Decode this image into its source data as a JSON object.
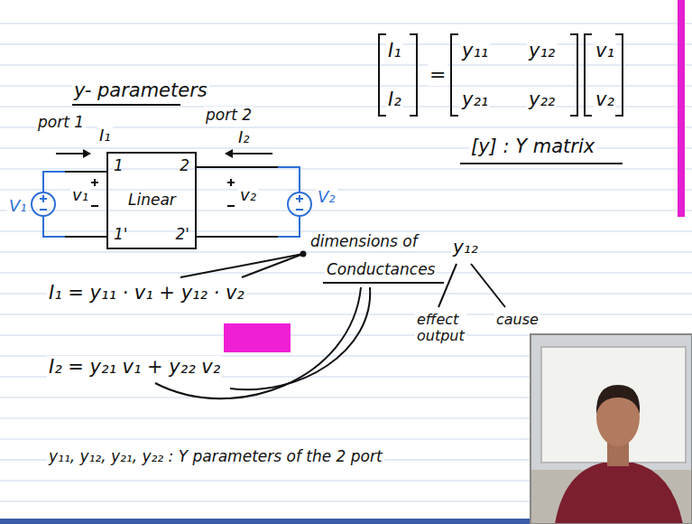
{
  "diagram": {
    "title": "y- parameters",
    "nodes": [
      {
        "text": [
          "1",
          "2",
          "Linear",
          "1'",
          "2'"
        ]
      }
    ],
    "labels": [
      "I₁",
      "I₂",
      "=",
      "y₁₁",
      "y₁₂",
      "y₂₁",
      "y₂₂",
      "v₁",
      "v₂",
      "[y] : Y matrix",
      "port 1",
      "I₁",
      "port 2",
      "I₂",
      "v₁",
      "v₂",
      "V₁",
      "V₂",
      "dimensions of",
      "Conductances",
      "y₁₂",
      "effect output",
      "cause",
      "I₁ = y₁₁ · v₁ + y₁₂ · v₂",
      "I₂ = y₂₁ v₁ + y₂₂ v₂",
      "y₁₁, y₁₂, y₂₁, y₂₂ : Y parameters of the 2 port"
    ]
  }
}
